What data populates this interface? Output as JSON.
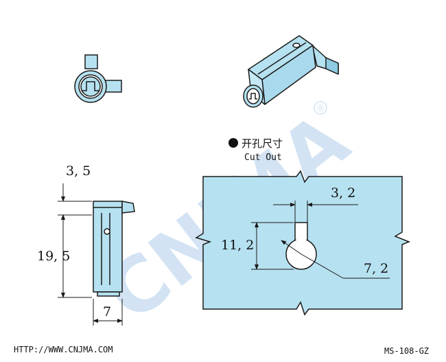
{
  "drawing": {
    "cutout_title_cn": "开孔尺寸",
    "cutout_title_en": "Cut Out",
    "watermark": "CNJMA",
    "registered_mark": "®",
    "dims": {
      "height": "19, 5",
      "top_offset": "3, 5",
      "width": "7",
      "slot_width": "3, 2",
      "slot_length": "11, 2",
      "hole_diameter": "7, 2"
    },
    "footer_url": "HTTP://WWW.CNJMA.COM",
    "model_code": "MS-108-GZ"
  },
  "colors": {
    "fill": "#b6e1f0",
    "line": "#1a1a1a",
    "watermark": "#9fc3e6"
  }
}
